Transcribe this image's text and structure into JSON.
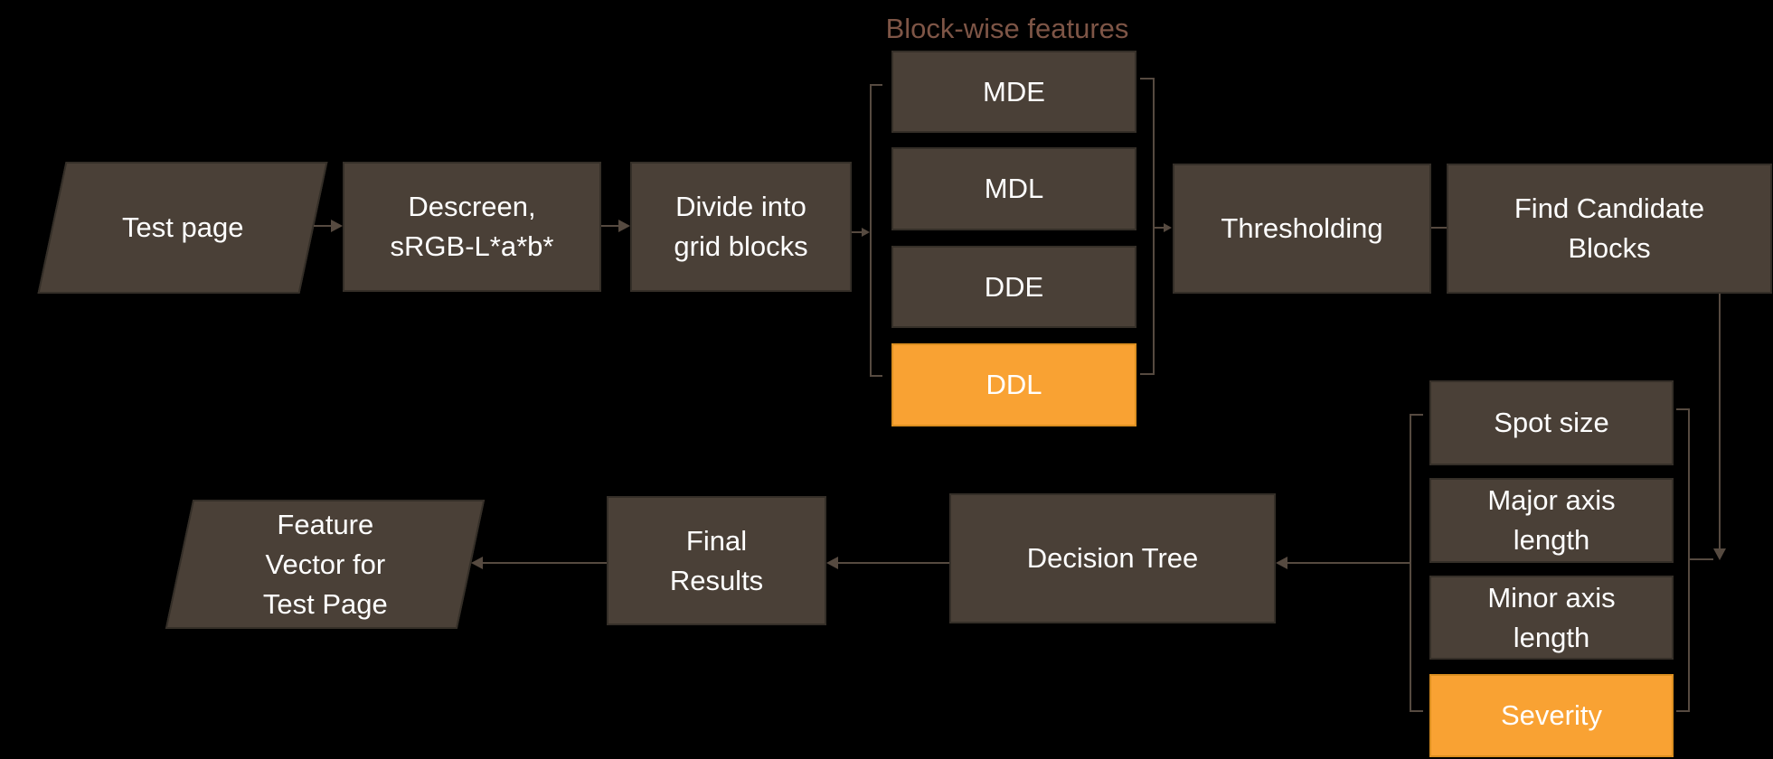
{
  "diagram": {
    "group_title": "Block-wise features",
    "nodes": {
      "test_page": {
        "label": "Test page",
        "shape": "parallelogram"
      },
      "descreen": {
        "label": "Descreen,\nsRGB-L*a*b*",
        "shape": "rect"
      },
      "divide": {
        "label": "Divide into\ngrid blocks",
        "shape": "rect"
      },
      "mde": {
        "label": "MDE",
        "shape": "rect",
        "highlighted": false
      },
      "mdl": {
        "label": "MDL",
        "shape": "rect",
        "highlighted": false
      },
      "dde": {
        "label": "DDE",
        "shape": "rect",
        "highlighted": false
      },
      "ddl": {
        "label": "DDL",
        "shape": "rect",
        "highlighted": true
      },
      "thresholding": {
        "label": "Thresholding",
        "shape": "rect"
      },
      "find_candidate": {
        "label": "Find Candidate\nBlocks",
        "shape": "rect"
      },
      "spot_size": {
        "label": "Spot size",
        "shape": "rect",
        "highlighted": false
      },
      "major_axis": {
        "label": "Major axis\nlength",
        "shape": "rect",
        "highlighted": false
      },
      "minor_axis": {
        "label": "Minor axis\nlength",
        "shape": "rect",
        "highlighted": false
      },
      "severity": {
        "label": "Severity",
        "shape": "rect",
        "highlighted": true
      },
      "decision_tree": {
        "label": "Decision Tree",
        "shape": "rect"
      },
      "final_results": {
        "label": "Final\nResults",
        "shape": "rect"
      },
      "feature_vector": {
        "label": "Feature\nVector for\nTest Page",
        "shape": "parallelogram"
      }
    },
    "colors": {
      "background": "#000000",
      "box_fill": "#4a4037",
      "box_border": "#352f28",
      "highlight_fill": "#f9a233",
      "highlight_border": "#dc8f20",
      "line_color": "#564a40",
      "box_text": "#ffffff",
      "title_text": "#7e5546"
    }
  }
}
